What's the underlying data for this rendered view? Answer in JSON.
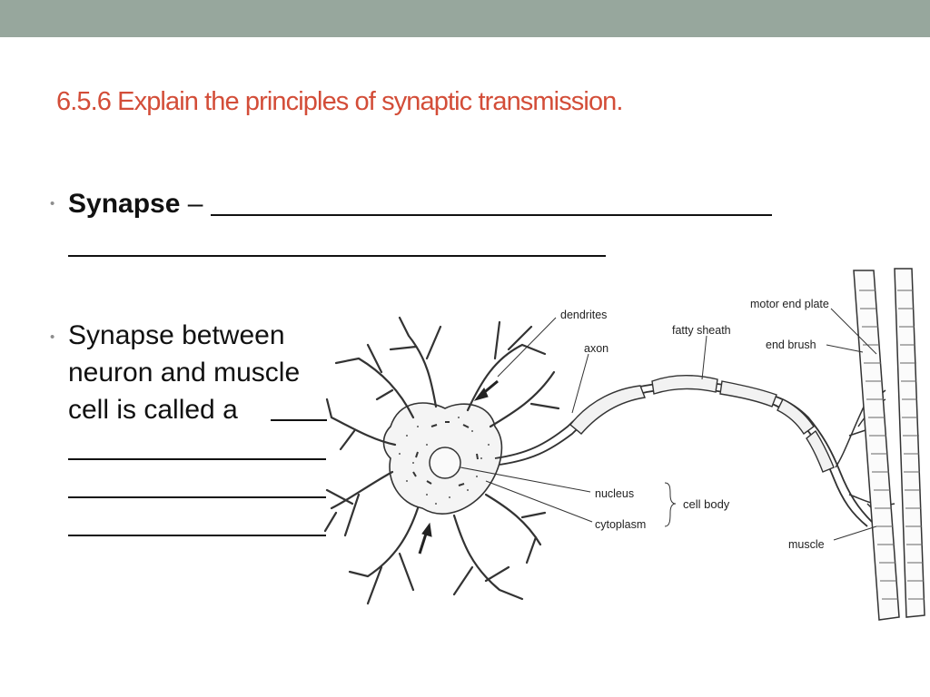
{
  "slide": {
    "title": "6.5.6 Explain the principles of synaptic transmission.",
    "bullets": [
      {
        "term": "Synapse",
        "separator": " – "
      },
      {
        "line1": "Synapse between",
        "line2": "neuron and muscle",
        "line3": "cell is called a"
      }
    ]
  },
  "diagram": {
    "labels": {
      "dendrites": "dendrites",
      "axon": "axon",
      "fatty_sheath": "fatty sheath",
      "motor_end_plate": "motor end plate",
      "end_brush": "end brush",
      "nucleus": "nucleus",
      "cytoplasm": "cytoplasm",
      "cell_body": "cell body",
      "muscle": "muscle"
    }
  },
  "colors": {
    "title": "#d34d38",
    "top_bar": "#97a79d",
    "text": "#111111",
    "bullet": "#8d8d8d"
  }
}
